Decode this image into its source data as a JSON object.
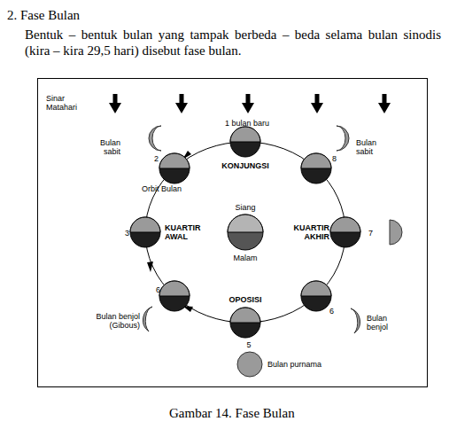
{
  "diagram": {
    "title": "2. Fase Bulan",
    "caption": "Gambar 14. Fase Bulan",
    "labels": [
      "Bentuk – bentuk bulan yang tampak berbeda – beda selama bulan sinodis (kira – kira 29,5 hari) disebut fase bulan.",
      "Sinar Matahari",
      "1 bulan baru",
      "Bulan sabit",
      "2",
      "KONJUNGSI",
      "8",
      "Bulan sabit",
      "Orbit Bulan",
      "Siang",
      "3",
      "KUARTIR AWAL",
      "KUARTIR AKHIR",
      "7",
      "Malam",
      "OPOSISI",
      "6",
      "6",
      "Bulan benjol (Gibous)",
      "Bulan benjol",
      "5",
      "Bulan purnama"
    ]
  }
}
